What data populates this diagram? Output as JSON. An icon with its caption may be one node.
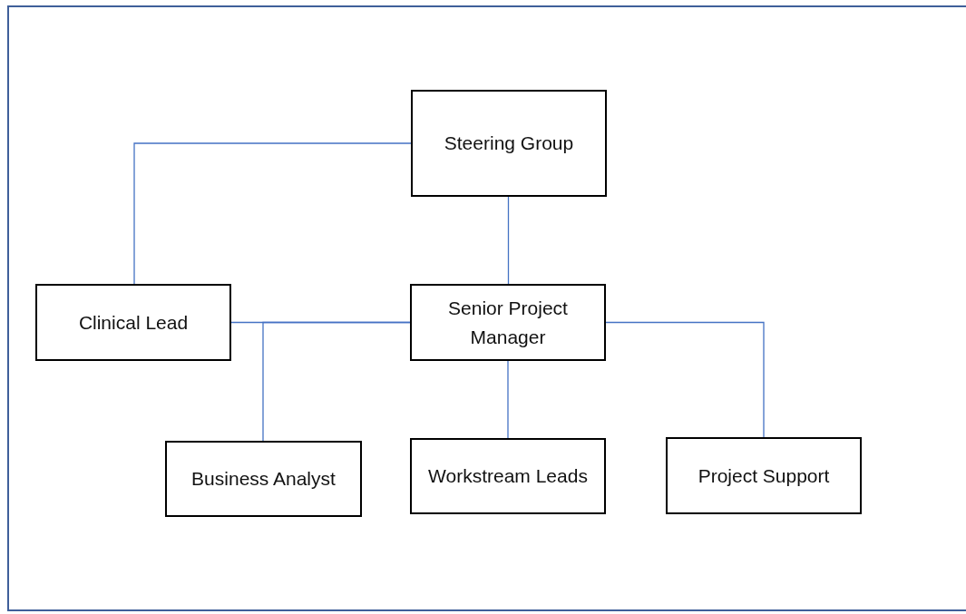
{
  "diagram": {
    "nodes": [
      {
        "text": [
          "Steering Group"
        ]
      },
      {
        "text": [
          "Clinical Lead"
        ]
      },
      {
        "text": [
          "Senior Project Manager"
        ]
      },
      {
        "text": [
          "Business Analyst"
        ]
      },
      {
        "text": [
          "Workstream Leads"
        ]
      },
      {
        "text": [
          "Project Support"
        ]
      }
    ],
    "edges": [
      {
        "from": 0,
        "to": 1,
        "arrow": "none"
      },
      {
        "from": 0,
        "to": 2,
        "arrow": "none"
      },
      {
        "from": 1,
        "to": 2,
        "arrow": "none"
      },
      {
        "from": 2,
        "to": 3,
        "arrow": "none"
      },
      {
        "from": 2,
        "to": 4,
        "arrow": "none"
      },
      {
        "from": 2,
        "to": 5,
        "arrow": "none"
      }
    ]
  }
}
